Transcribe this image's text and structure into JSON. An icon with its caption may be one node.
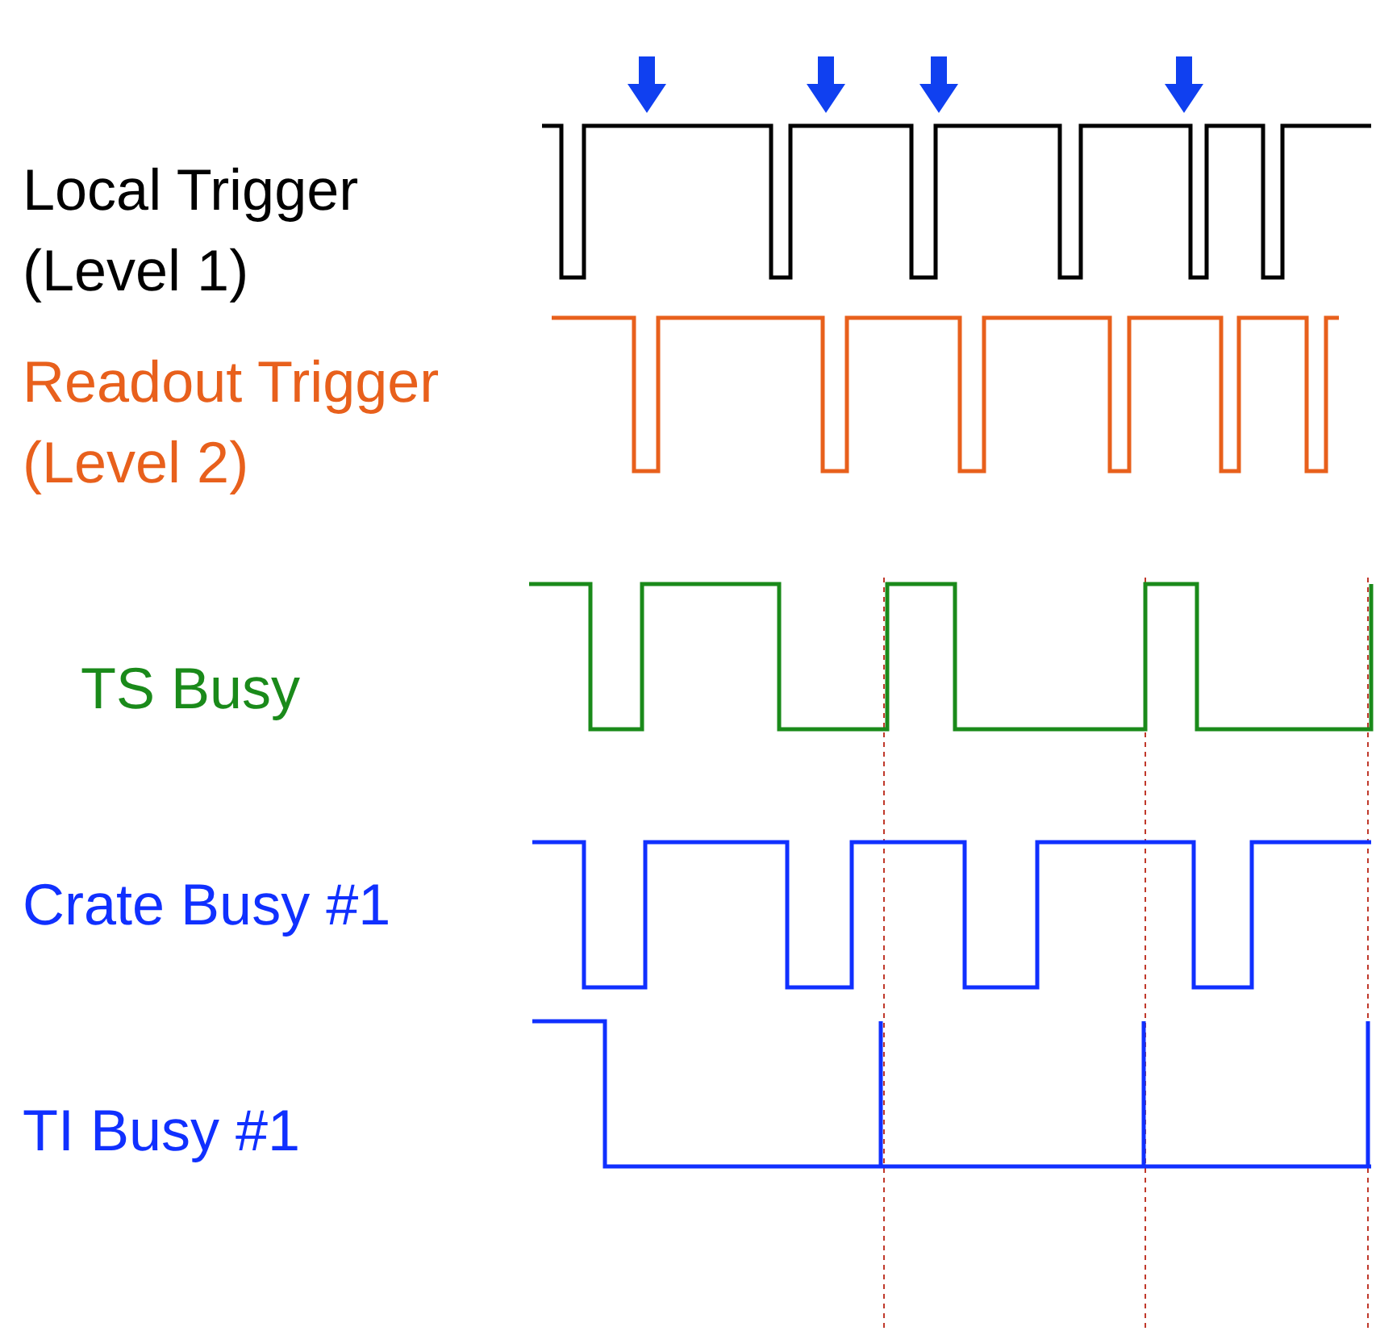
{
  "diagram": {
    "labels": [
      "Local Trigger (Level 1)",
      "Readout Trigger (Level 2)",
      "TS Busy",
      "Crate Busy #1",
      "TI Busy #1"
    ]
  }
}
